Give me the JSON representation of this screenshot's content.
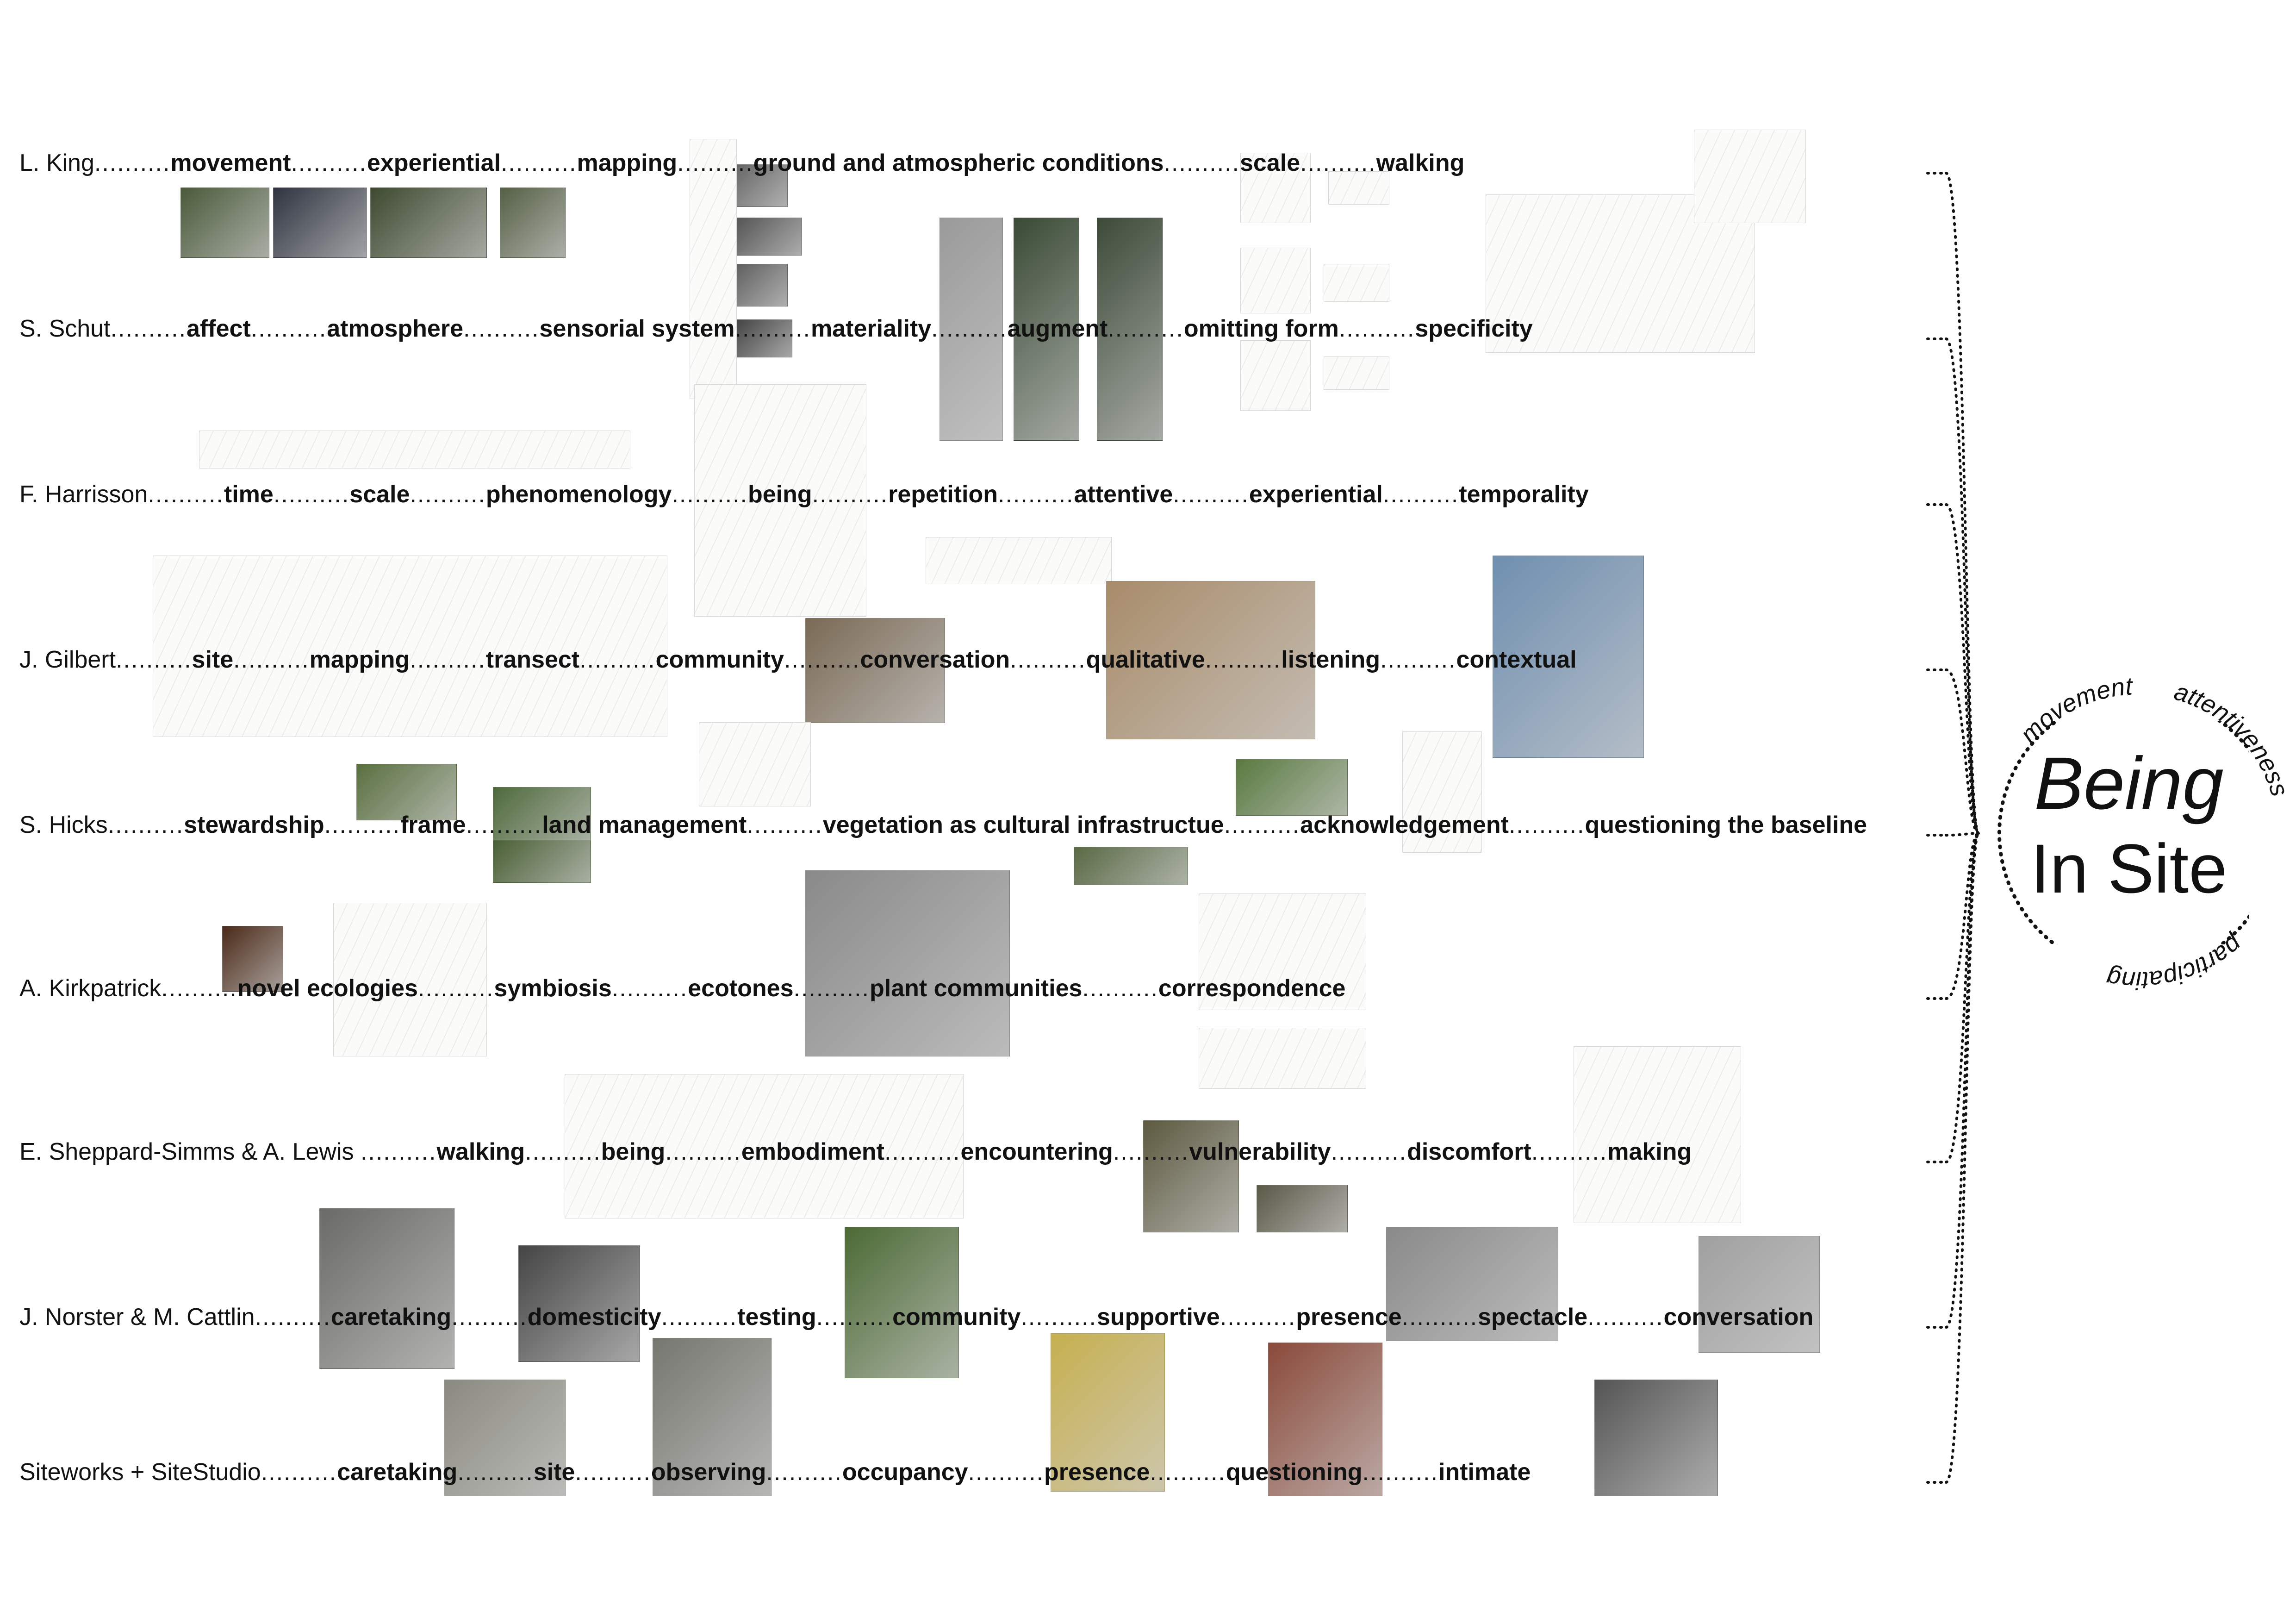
{
  "title": {
    "line1": "Being",
    "line2": "In Site"
  },
  "ring_words": [
    "movement",
    "attentiveness",
    "participating"
  ],
  "rows": [
    {
      "name": "L. King",
      "keywords": [
        "movement",
        "experiential",
        "mapping",
        "ground and atmospheric conditions",
        "scale",
        "walking"
      ]
    },
    {
      "name": "S. Schut",
      "keywords": [
        "affect",
        "atmosphere",
        "sensorial system",
        "materiality",
        "augment",
        "omitting form",
        "specificity"
      ]
    },
    {
      "name": "F. Harrisson",
      "keywords": [
        "time",
        "scale",
        "phenomenology",
        "being",
        "repetition",
        "attentive",
        "experiential",
        "temporality"
      ]
    },
    {
      "name": "J. Gilbert",
      "keywords": [
        "site",
        "mapping",
        "transect",
        "community",
        "conversation",
        "qualitative",
        "listening",
        "contextual"
      ]
    },
    {
      "name": "S. Hicks",
      "keywords": [
        "stewardship",
        "frame",
        "land management",
        "vegetation as cultural infrastructue",
        "acknowledgement",
        "questioning the baseline"
      ]
    },
    {
      "name": "A. Kirkpatrick",
      "keywords": [
        "novel ecologies",
        "symbiosis",
        "ecotones",
        "plant communities",
        "correspondence"
      ]
    },
    {
      "name": "E. Sheppard-Simms & A. Lewis ",
      "keywords": [
        "walking",
        "being",
        "embodiment",
        "encountering",
        "vulnerability",
        "discomfort",
        "making"
      ]
    },
    {
      "name": "J. Norster & M. Cattlin",
      "keywords": [
        "caretaking",
        "domesticity",
        "testing",
        "community",
        "supportive",
        "presence",
        "spectacle",
        "conversation"
      ]
    },
    {
      "name": "Siteworks + SiteStudio",
      "keywords": [
        "caretaking",
        "site",
        "observing",
        "occupancy",
        "presence",
        "questioning",
        "intimate"
      ]
    }
  ]
}
